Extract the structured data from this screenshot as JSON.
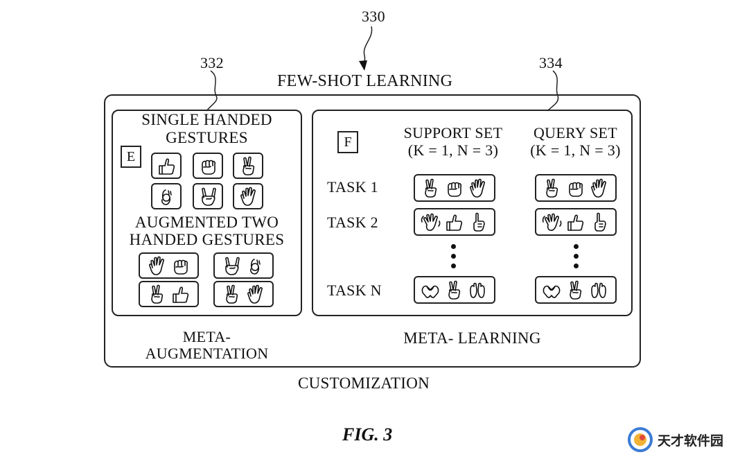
{
  "refs": {
    "main": "330",
    "left": "332",
    "right": "334"
  },
  "title_top": "FEW-SHOT LEARNING",
  "left_panel": {
    "heading_line1": "SINGLE HANDED",
    "heading_line2": "GESTURES",
    "label": "E",
    "sub_line1": "AUGMENTED TWO",
    "sub_line2": "HANDED GESTURES",
    "caption_line1": "META-",
    "caption_line2": "AUGMENTATION",
    "single_icons": [
      "thumbs-up",
      "fist",
      "peace",
      "ok",
      "horns",
      "open-hand"
    ],
    "two_hand_icons": [
      [
        "open-hand",
        "fist"
      ],
      [
        "horns",
        "ok"
      ],
      [
        "peace",
        "thumbs-up"
      ],
      [
        "peace",
        "open-hand"
      ]
    ]
  },
  "right_panel": {
    "label": "F",
    "support_line1": "SUPPORT SET",
    "support_line2": "(K = 1, N = 3)",
    "query_line1": "QUERY SET",
    "query_line2": "(K = 1, N = 3)",
    "task1": "TASK 1",
    "task2": "TASK 2",
    "taskN": "TASK N",
    "caption": "META- LEARNING",
    "task_icons": [
      [
        "peace",
        "fist",
        "open-hand"
      ],
      [
        "wave",
        "thumbs-up",
        "point"
      ],
      [
        "heart",
        "peace",
        "two-hands"
      ]
    ]
  },
  "bottom_label": "CUSTOMIZATION",
  "figure_caption": "FIG. 3",
  "watermark": "天才软件园"
}
